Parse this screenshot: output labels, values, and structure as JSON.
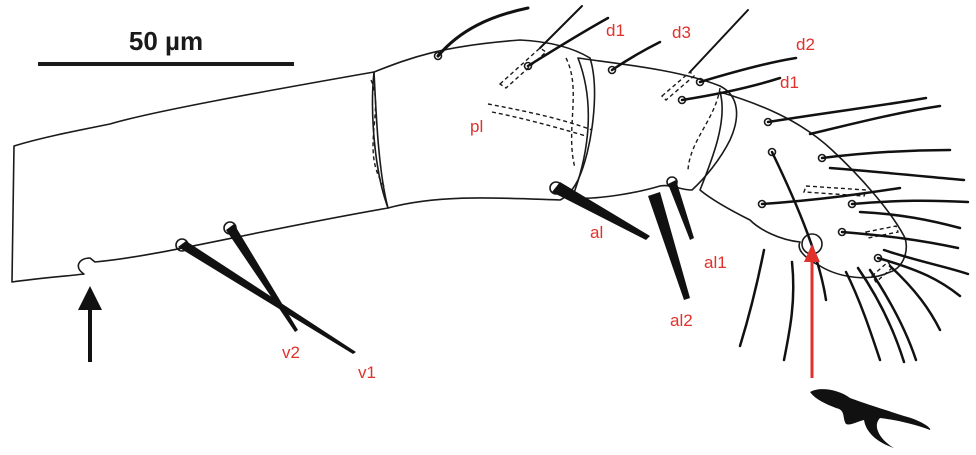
{
  "scale_bar": {
    "label": "50 µm"
  },
  "colors": {
    "label": "#e0312b",
    "line": "#1a1a1a",
    "accent_arrow": "#e0312b"
  },
  "labels": {
    "d1_upper": "d1",
    "d3": "d3",
    "d2": "d2",
    "d1_lower": "d1",
    "pl": "pl",
    "al": "al",
    "al1": "al1",
    "al2": "al2",
    "v1": "v1",
    "v2": "v2"
  },
  "arrows": [
    {
      "name": "black-arrow",
      "color": "#111111"
    },
    {
      "name": "red-arrow",
      "color": "#e0312b"
    }
  ]
}
